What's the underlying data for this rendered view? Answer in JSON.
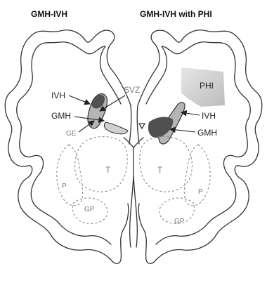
{
  "titles": {
    "left": "GMH-IVH",
    "right": "GMH-IVH with PHI"
  },
  "labels": {
    "svz": "SVZ",
    "ivh_left": "IVH",
    "gmh_left": "GMH",
    "ge": "GE",
    "phi": "PHI",
    "ivh_right": "IVH",
    "gmh_right": "GMH",
    "t_left": "T",
    "t_right": "T",
    "p_left": "P",
    "p_right": "P",
    "gp_left": "GP",
    "gp_right": "GP"
  },
  "colors": {
    "outline": "#333333",
    "hemorrhage_dark": "#505050",
    "ventricle_fill": "#9a9a9a",
    "germinal_matrix": "#c8c8c8",
    "phi_shade": "#d2d2d2",
    "dashed_structures": "#8a8a8a"
  }
}
